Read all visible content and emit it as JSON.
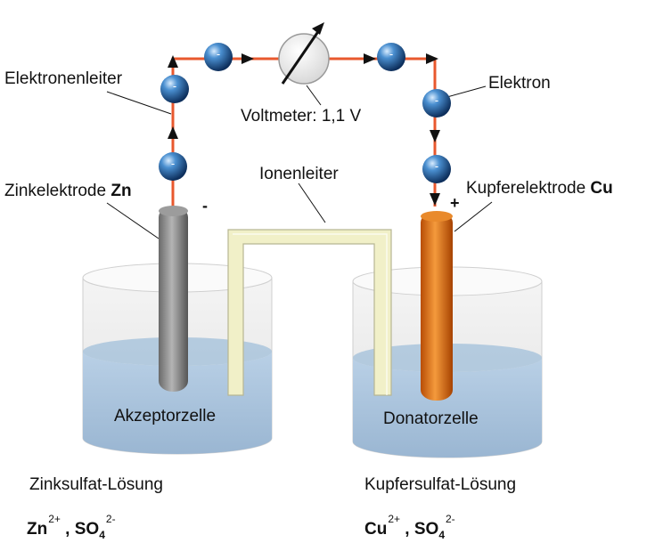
{
  "labels": {
    "electron_conductor": "Elektronenleiter",
    "electron": "Elektron",
    "voltmeter": "Voltmeter: 1,1 V",
    "ion_conductor": "Ionenleiter",
    "zinc_electrode_prefix": "Zinkelektrode ",
    "zinc_electrode_symbol": "Zn",
    "copper_electrode_prefix": "Kupferelektrode ",
    "copper_electrode_symbol": "Cu",
    "minus_sign": "-",
    "plus_sign": "+",
    "acceptor_cell": "Akzeptorzelle",
    "donor_cell": "Donatorzelle",
    "zinc_solution": "Zinksulfat-Lösung",
    "copper_solution": "Kupfersulfat-Lösung"
  },
  "formulas": {
    "zinc": {
      "ion": "Zn",
      "ion_charge": "2+",
      "separator": " , SO",
      "sulfate_sub": "4",
      "sulfate_charge": "2-"
    },
    "copper": {
      "ion": "Cu",
      "ion_charge": "2+",
      "separator": " , SO",
      "sulfate_sub": "4",
      "sulfate_charge": "2-"
    }
  },
  "electron_symbol": "-",
  "colors": {
    "wire": "#e8582e",
    "electron": "#2b6fae",
    "zinc": "#8e8e8e",
    "copper": "#e07a1c",
    "solution": "#a9c4dc",
    "salt_bridge": "#f1f0c8"
  }
}
